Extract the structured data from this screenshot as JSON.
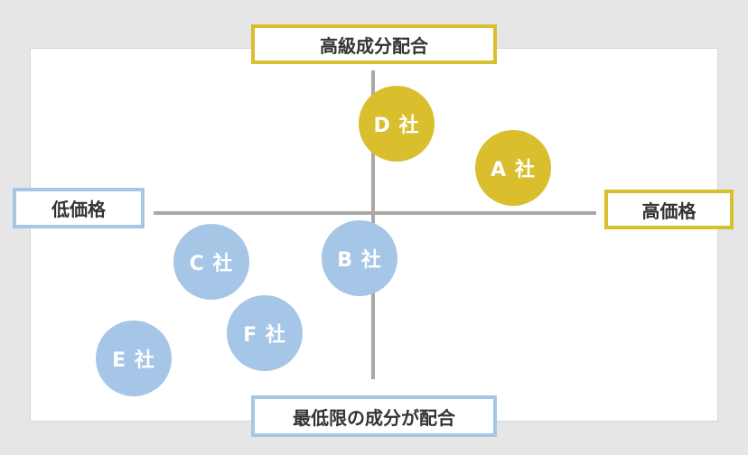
{
  "labels": {
    "top": "高級成分配合",
    "bottom": "最低限の成分が配合",
    "left": "低価格",
    "right": "高価格"
  },
  "companies": {
    "A": "A 社",
    "B": "B 社",
    "C": "C 社",
    "D": "D 社",
    "E": "E 社",
    "F": "F 社"
  },
  "colors": {
    "premium": "#d9bf2e",
    "budget": "#a5c6e6",
    "axis": "#a8a8a8",
    "background": "#e6e6e6"
  }
}
